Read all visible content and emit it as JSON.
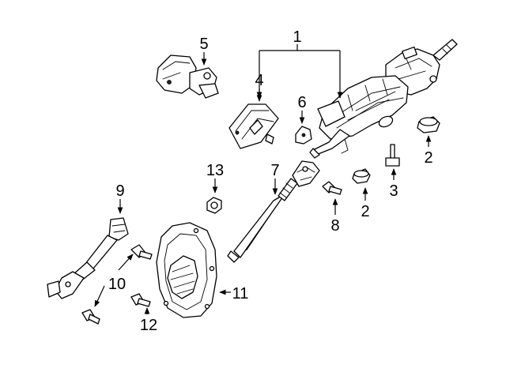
{
  "diagram": {
    "title": "Steering column assembly exploded view",
    "callouts": [
      {
        "id": "c1",
        "label": "1"
      },
      {
        "id": "c2a",
        "label": "2"
      },
      {
        "id": "c2b",
        "label": "2"
      },
      {
        "id": "c3",
        "label": "3"
      },
      {
        "id": "c4",
        "label": "4"
      },
      {
        "id": "c5",
        "label": "5"
      },
      {
        "id": "c6",
        "label": "6"
      },
      {
        "id": "c7",
        "label": "7"
      },
      {
        "id": "c8",
        "label": "8"
      },
      {
        "id": "c9",
        "label": "9"
      },
      {
        "id": "c10",
        "label": "10"
      },
      {
        "id": "c11",
        "label": "11"
      },
      {
        "id": "c12",
        "label": "12"
      },
      {
        "id": "c13",
        "label": "13"
      }
    ]
  }
}
